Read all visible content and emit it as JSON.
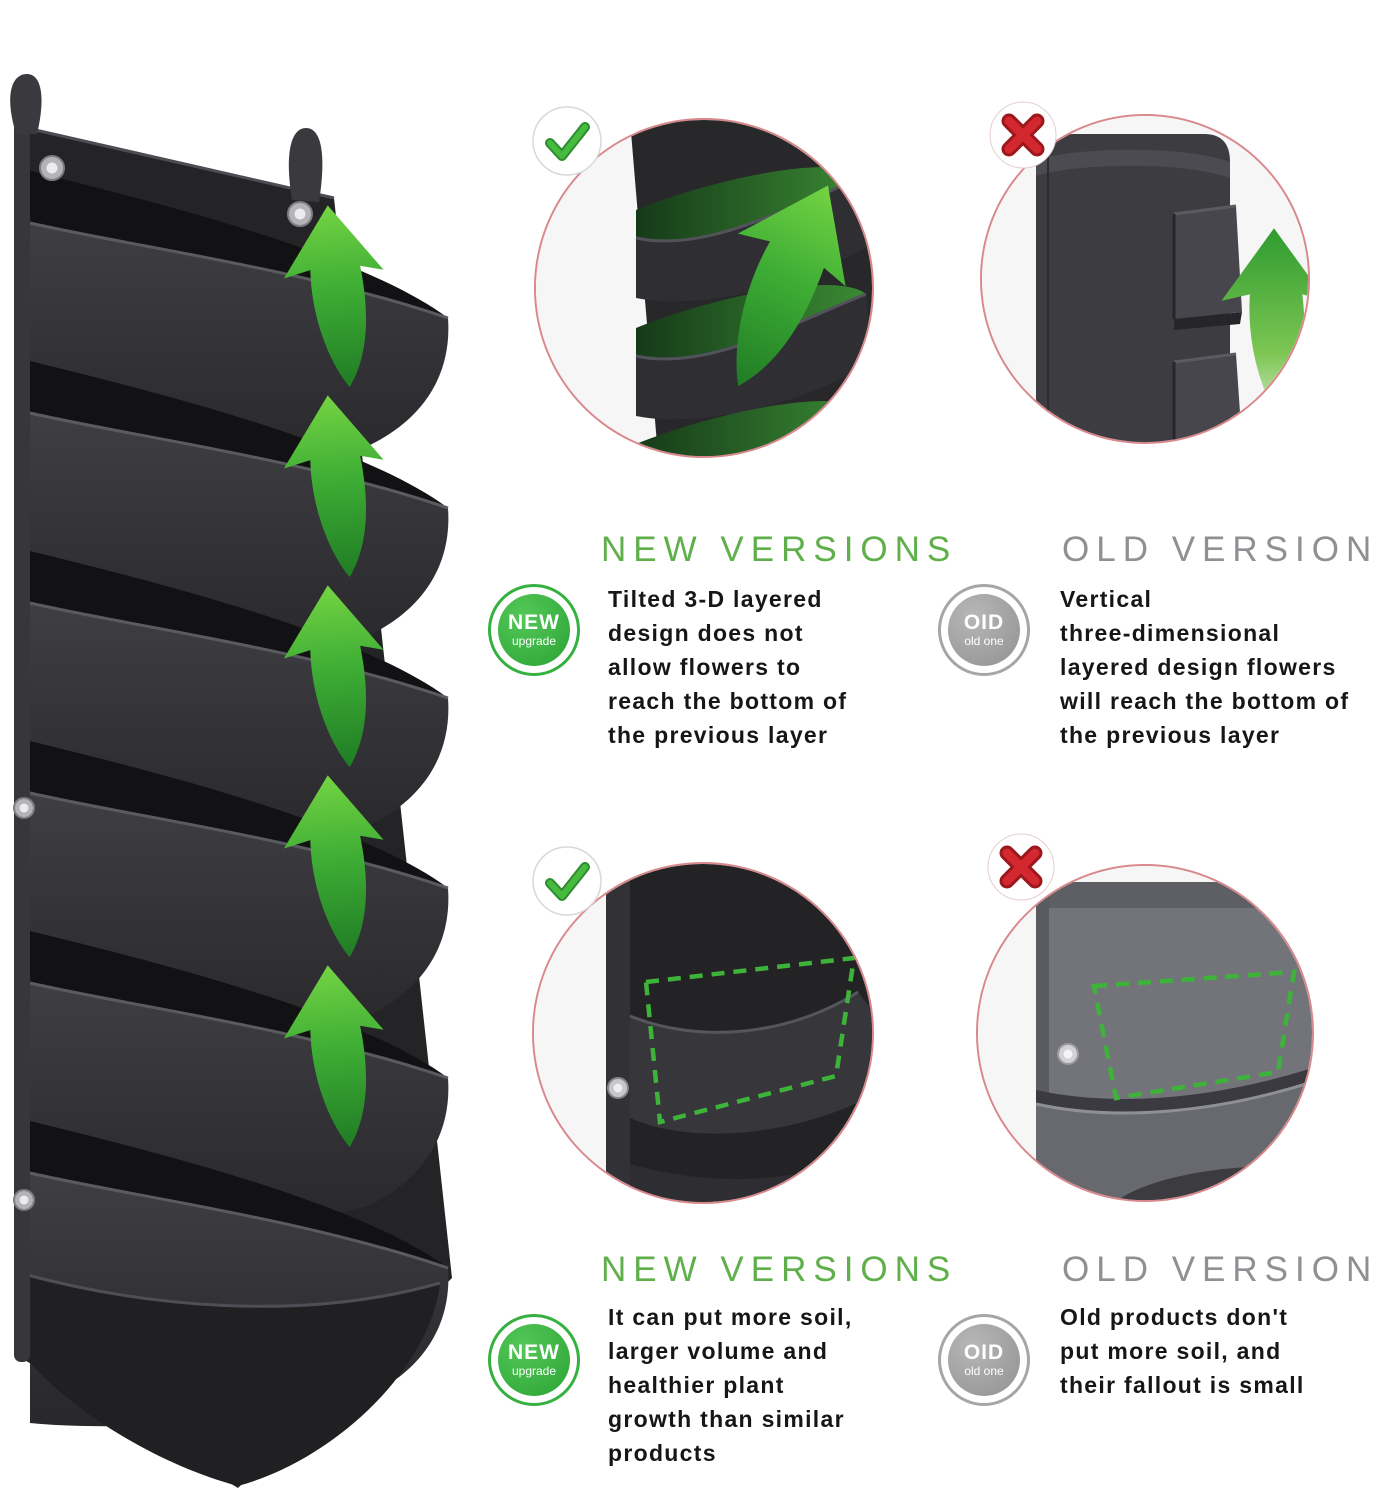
{
  "colors": {
    "new_green": "#35b13f",
    "heading_green": "#5fb04a",
    "old_gray": "#9b9b9b",
    "heading_gray": "#8e9094",
    "cross_red": "#d42830",
    "check_green": "#46bb3e",
    "dashed_outline_green": "#3eb33a",
    "arrow_green_bright": "#74d443",
    "arrow_green_dark": "#1f7c24",
    "fabric_dark": "#2c2c2f",
    "fabric_gray_old": "#73737a",
    "inset_ring_red": "#d9888c"
  },
  "sections": {
    "top": {
      "new": {
        "heading": "NEW VERSIONS",
        "badge_top": "NEW",
        "badge_bottom": "upgrade",
        "description": "Tilted 3-D layered\ndesign does not\nallow flowers to\nreach the bottom of\nthe previous layer"
      },
      "old": {
        "heading": "OLD VERSION",
        "badge_top": "OID",
        "badge_bottom": "old one",
        "description": "Vertical\nthree-dimensional\nlayered design flowers\nwill reach the bottom of\nthe previous layer"
      }
    },
    "bottom": {
      "new": {
        "heading": "NEW VERSIONS",
        "badge_top": "NEW",
        "badge_bottom": "upgrade",
        "description": "It can put more soil,\nlarger volume and\nhealthier plant\ngrowth than similar\nproducts"
      },
      "old": {
        "heading": "OLD VERSION",
        "badge_top": "OID",
        "badge_bottom": "old one",
        "description": "Old products don't\nput more soil, and\ntheir fallout is small"
      }
    }
  }
}
